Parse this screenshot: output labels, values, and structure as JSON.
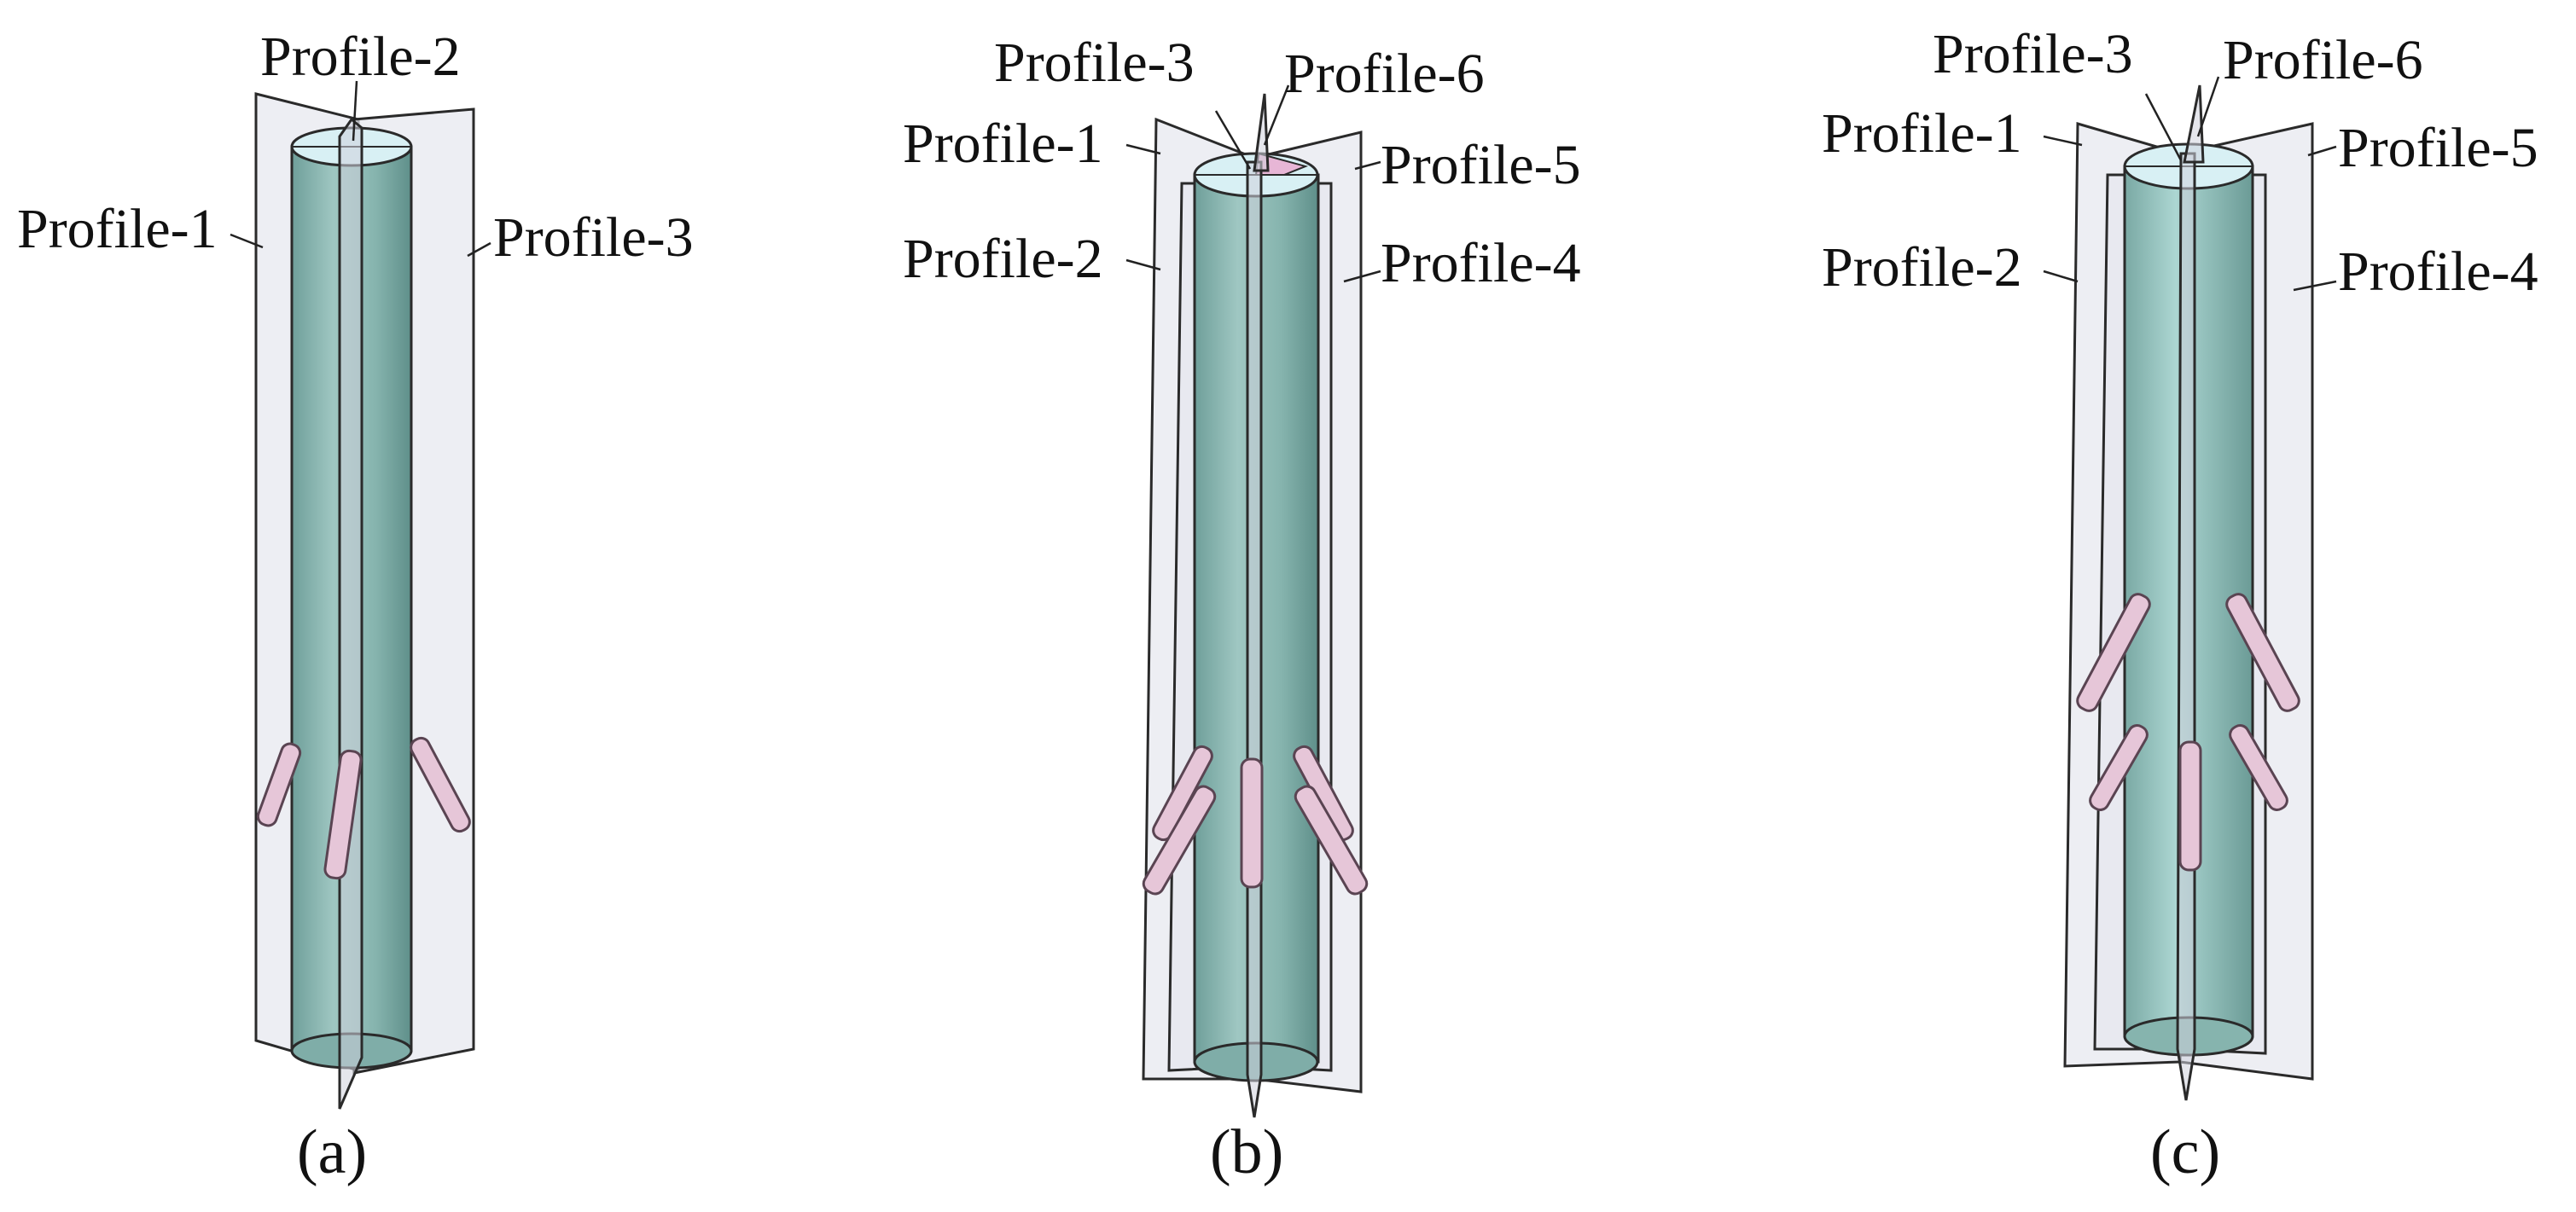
{
  "colors": {
    "cylinder": "#8fbbb6",
    "cylinder_top": "#d8f0f4",
    "plane": "#e6e8ef",
    "nozzle": "#e6c6d8",
    "line": "#2a2a2a"
  },
  "panels": [
    {
      "caption": "(a)",
      "labels": [
        "Profile-1",
        "Profile-2",
        "Profile-3"
      ]
    },
    {
      "caption": "(b)",
      "labels": [
        "Profile-1",
        "Profile-2",
        "Profile-3",
        "Profile-4",
        "Profile-5",
        "Profile-6"
      ]
    },
    {
      "caption": "(c)",
      "labels": [
        "Profile-1",
        "Profile-2",
        "Profile-3",
        "Profile-4",
        "Profile-5",
        "Profile-6"
      ]
    }
  ]
}
